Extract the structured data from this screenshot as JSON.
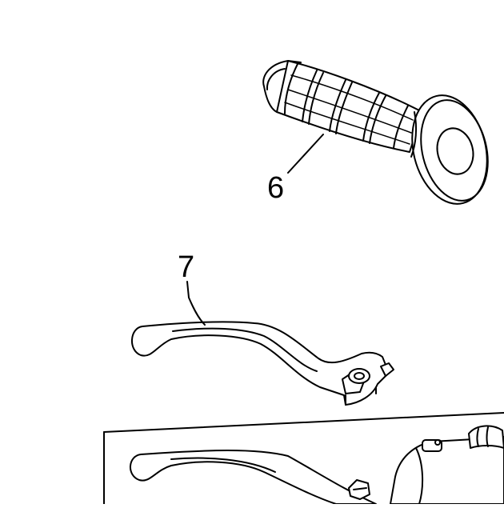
{
  "callouts": [
    {
      "number": "6",
      "part": "handlebar-grip"
    },
    {
      "number": "7",
      "part": "clutch-lever"
    }
  ]
}
